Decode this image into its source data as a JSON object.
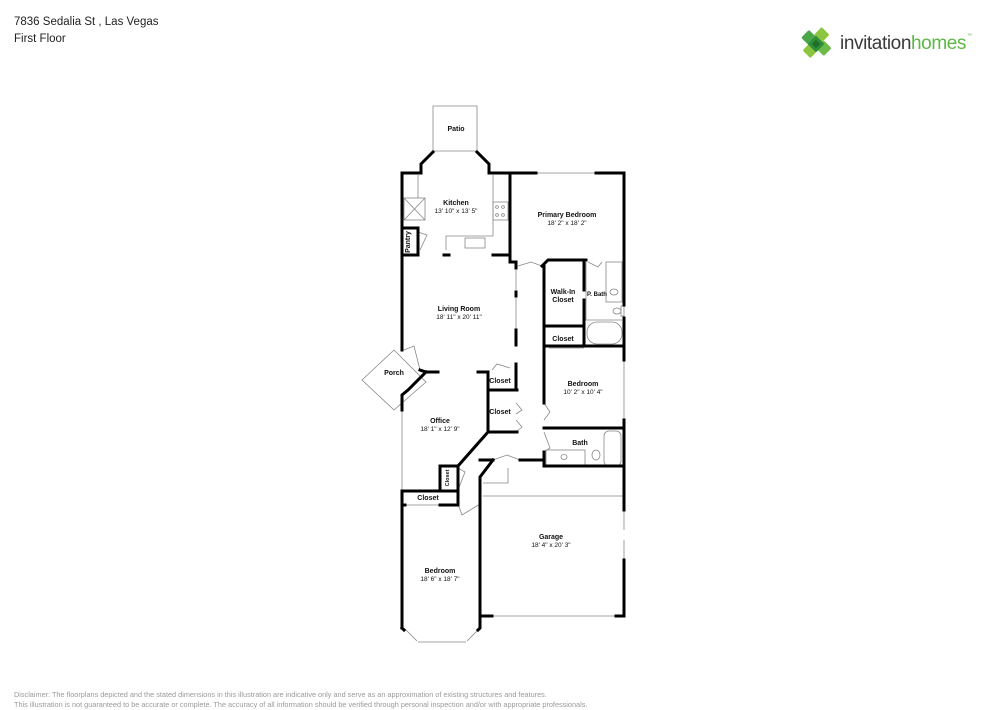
{
  "header": {
    "address": "7836 Sedalia St , Las Vegas",
    "floor": "First Floor"
  },
  "brand": {
    "name_part1": "invitation",
    "name_part2": "homes",
    "trademark": "™",
    "colors": {
      "dark_text": "#3a3a3a",
      "green": "#5cb845",
      "green_dark": "#2f8f3a",
      "green_light": "#8cc63f"
    }
  },
  "rooms": {
    "patio": {
      "label": "Patio"
    },
    "kitchen": {
      "label": "Kitchen",
      "dims": "13' 10\" x 13' 5\""
    },
    "pantry": {
      "label": "Pantry"
    },
    "primary_bedroom": {
      "label": "Primary Bedroom",
      "dims": "18' 2\" x 18' 2\""
    },
    "living_room": {
      "label": "Living Room",
      "dims": "18' 11\" x 20' 11\""
    },
    "walk_in_closet": {
      "label_line1": "Walk-In",
      "label_line2": "Closet"
    },
    "p_bath": {
      "label": "P. Bath"
    },
    "primary_closet": {
      "label": "Closet"
    },
    "porch": {
      "label": "Porch"
    },
    "hall_closet_1": {
      "label": "Closet"
    },
    "hall_closet_2": {
      "label": "Closet"
    },
    "bedroom_2": {
      "label": "Bedroom",
      "dims": "10' 2\" x 10' 4\""
    },
    "office": {
      "label": "Office",
      "dims": "18' 1\" x 12' 9\""
    },
    "bath": {
      "label": "Bath"
    },
    "small_closet": {
      "label": "Closet"
    },
    "bedroom_closet": {
      "label": "Closet"
    },
    "garage": {
      "label": "Garage",
      "dims": "18' 4\" x 20' 3\""
    },
    "bedroom_3": {
      "label": "Bedroom",
      "dims": "18' 6\" x 18' 7\""
    }
  },
  "disclaimer": {
    "line1": "Disclaimer: The floorplans depicted and the stated dimensions in this illustration are indicative only and serve as an approximation of existing structures and features.",
    "line2": "This illustration is not guaranteed to be accurate or complete. The accuracy of all information should be verified through personal inspection and/or with appropriate professionals."
  }
}
